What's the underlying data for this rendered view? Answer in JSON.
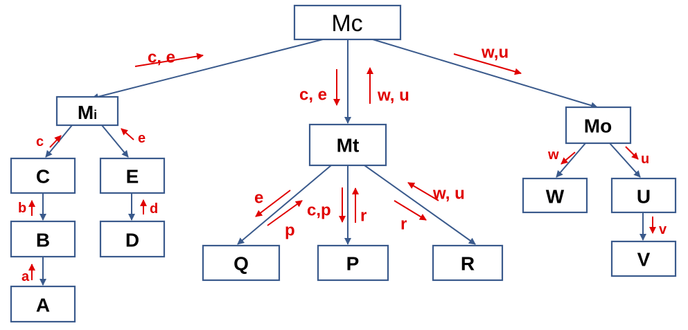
{
  "colors": {
    "node_border": "#3a5a8c",
    "edge": "#3a5a8c",
    "flow": "#e00000",
    "text": "#000000"
  },
  "nodes": {
    "mc": "Mc",
    "mi_main": "M",
    "mi_sub": "i",
    "mt": "Mt",
    "mo": "Mo",
    "c": "C",
    "e": "E",
    "b": "B",
    "d": "D",
    "a": "A",
    "q": "Q",
    "p": "P",
    "r": "R",
    "w": "W",
    "u": "U",
    "v": "V"
  },
  "flows": {
    "mc_mi": "c, e",
    "mc_mt_down": "c, e",
    "mc_mt_up": "w, u",
    "mc_mo": "w,u",
    "mi_c": "c",
    "mi_e": "e",
    "c_b": "b",
    "e_d": "d",
    "b_a": "a",
    "mt_q_e": "e",
    "mt_q_p": "p",
    "mt_p_down": "c,p",
    "mt_p_up": "r",
    "mt_r_down": "r",
    "mt_r_up": "w, u",
    "mo_w": "w",
    "mo_u": "u",
    "u_v": "v"
  }
}
